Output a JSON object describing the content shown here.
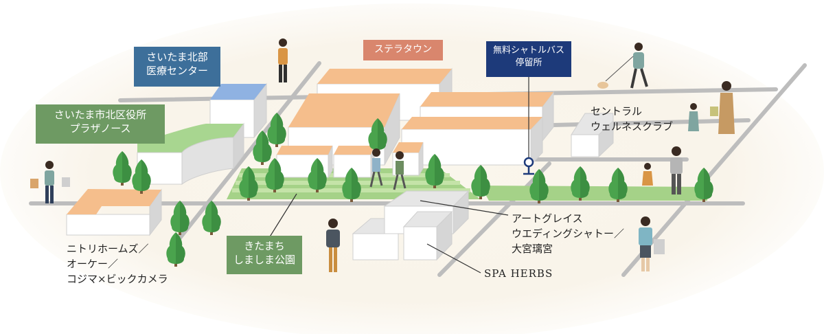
{
  "labels": {
    "saitama_hokubu_iryo_center": "さいたま北部\n医療センター",
    "kitaku_yakusho_plaza_north": "さいたま市北区役所\nプラザノース",
    "stella_town": "ステラタウン",
    "shuttle_bus_stop": "無料シャトルバス\n停留所",
    "central_wellness_club": "セントラル\nウェルネスクラブ",
    "nitori_okay_kojima": "ニトリホームズ／\nオーケー／\nコジマ×ビックカメラ",
    "kitamachi_shimashima_park": "きたまち\nしましま公園",
    "art_grace_wedding": "アートグレイス\nウエディングシャトー／\n大宮璃宮",
    "spa_herbs": "SPA HERBS"
  },
  "colors": {
    "blue_tag": "#3d6f9a",
    "green_tag": "#6e9a63",
    "orange_tag": "#d9866d",
    "navy_tag": "#1d3a7a",
    "road": "#bdbdbd",
    "building_roof_orange": "#f5be8c",
    "building_roof_blue": "#8fb2e2",
    "building_roof_green": "#a8d690",
    "park_green": "#a5d288",
    "tree_green": "#4aa34d"
  }
}
